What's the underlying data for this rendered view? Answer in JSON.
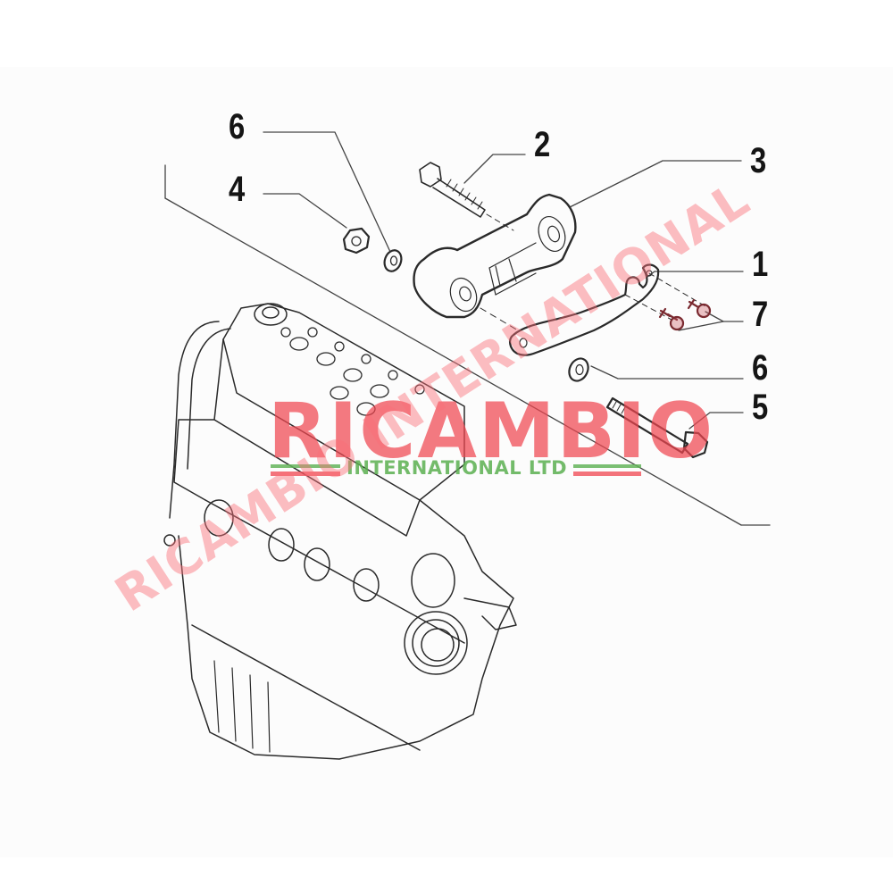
{
  "diagram": {
    "type": "exploded-parts-view",
    "subject": "engine block with rear engine mount assembly",
    "background_color": "#fcfcfc",
    "line_color": "#222222",
    "callouts": [
      {
        "id": "6a",
        "label": "6",
        "part": "washer (upper left)"
      },
      {
        "id": "4",
        "label": "4",
        "part": "nut"
      },
      {
        "id": "2",
        "label": "2",
        "part": "bolt (long threaded)"
      },
      {
        "id": "3",
        "label": "3",
        "part": "engine mount torque rod"
      },
      {
        "id": "1",
        "label": "1",
        "part": "bracket"
      },
      {
        "id": "7",
        "label": "7",
        "part": "bracket screws (x2)"
      },
      {
        "id": "6b",
        "label": "6",
        "part": "washer (lower right)"
      },
      {
        "id": "5",
        "label": "5",
        "part": "bolt (hex head)"
      }
    ]
  },
  "watermark": {
    "main": "RICAMBIO",
    "sub": "INTERNATIONAL LTD",
    "diagonal": "RICAMBIO INTERNATIONAL",
    "main_color": "#f04650",
    "sub_color": "#5aaf50"
  }
}
